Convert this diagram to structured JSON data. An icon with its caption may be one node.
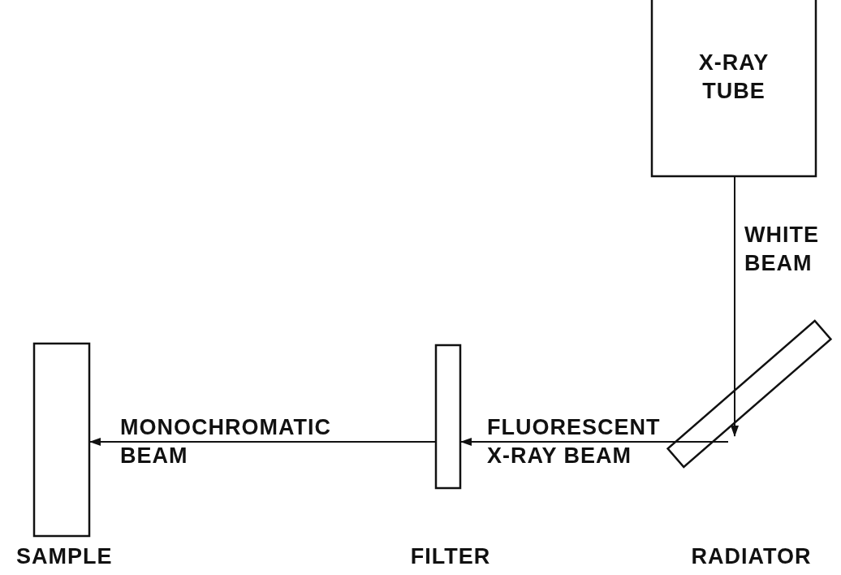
{
  "diagram": {
    "nodes": [
      {
        "text": [
          "X-RAY TUBE"
        ]
      },
      {
        "text": [
          "RADIATOR"
        ]
      },
      {
        "text": [
          "FILTER"
        ]
      },
      {
        "text": [
          "SAMPLE"
        ]
      }
    ],
    "edges": [
      {
        "from": 0,
        "to": 1,
        "arrow": "to",
        "label": "WHITE BEAM"
      },
      {
        "from": 1,
        "to": 2,
        "arrow": "to",
        "label": "FLUORESCENT X-RAY BEAM"
      },
      {
        "from": 2,
        "to": 3,
        "arrow": "to",
        "label": "MONOCHROMATIC BEAM"
      }
    ]
  }
}
